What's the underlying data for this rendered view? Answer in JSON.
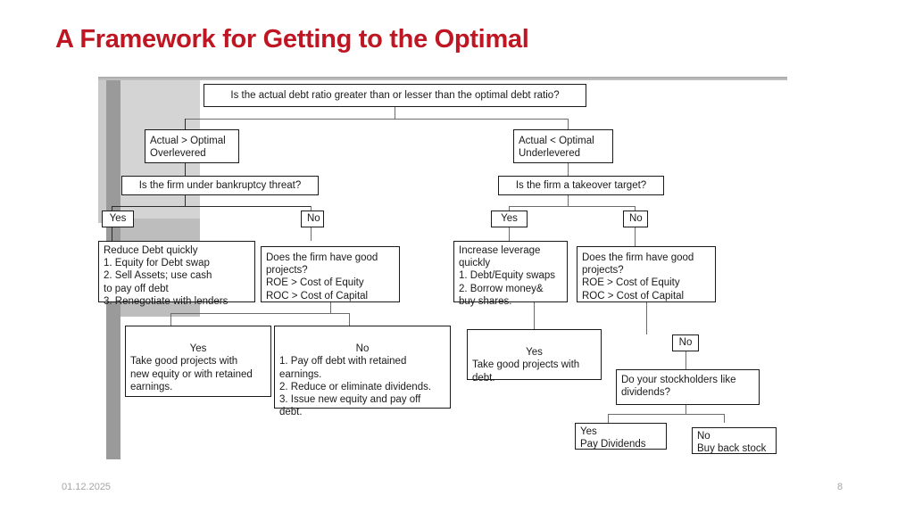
{
  "slide": {
    "title": "A Framework for Getting to the Optimal",
    "title_color": "#BE1622",
    "footer_date": "01.12.2025",
    "page_number": "8"
  },
  "flowchart": {
    "root": "Is the actual debt ratio greater than or lesser than the optimal debt ratio?",
    "left_branch": {
      "state": "Actual > Optimal\nOverlevered",
      "question": "Is the firm under bankruptcy threat?",
      "yes_label": "Yes",
      "no_label": "No",
      "yes_action": "Reduce Debt quickly\n1. Equity for Debt swap\n2. Sell Assets; use cash\nto pay off debt\n3. Renegotiate with lenders",
      "no_question": "Does the firm have good\nprojects?\nROE > Cost of Equity\nROC > Cost of Capital",
      "sub_yes_header": "Yes",
      "sub_yes_body": "Take good projects with\nnew equity or with retained\nearnings.",
      "sub_no_header": "No",
      "sub_no_body": "1. Pay off debt with retained\nearnings.\n2. Reduce or eliminate dividends.\n3. Issue new equity and pay off\ndebt."
    },
    "right_branch": {
      "state": "Actual < Optimal\nUnderlevered",
      "question": "Is the firm a takeover target?",
      "yes_label": "Yes",
      "no_label": "No",
      "yes_action": "Increase leverage\nquickly\n1. Debt/Equity swaps\n2. Borrow money&\nbuy shares.",
      "no_question": "Does the firm have good\nprojects?\nROE > Cost of Equity\nROC > Cost of Capital",
      "sub_yes_header": "Yes",
      "sub_yes_body": "Take good projects with\ndebt.",
      "sub_no_label": "No",
      "dividend_question": "Do your stockholders like\ndividends?",
      "dividend_yes": "Yes\nPay Dividends",
      "dividend_no": "No\nBuy back stock"
    }
  }
}
